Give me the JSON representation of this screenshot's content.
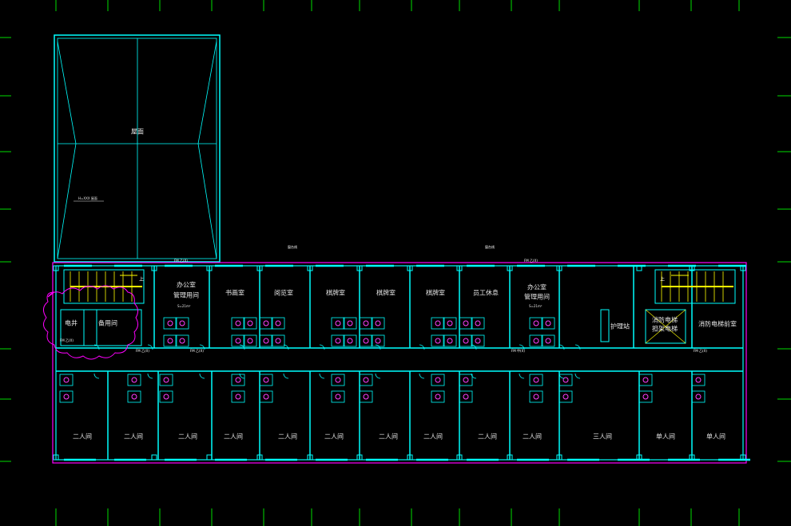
{
  "colors": {
    "background": "#000000",
    "wall": "#00ffff",
    "outline": "#ff00ff",
    "furniture": "#ff40ff",
    "text": "#e6e6e6",
    "axis": "#00dd00",
    "stair": "#ffff00",
    "cloud": "#ff00ff"
  },
  "roof_area": {
    "label": "屋面",
    "note": "H=XXX 屋面"
  },
  "north_rooms": [
    {
      "key": "office1",
      "label": "办公室",
      "sub": "管理用间",
      "note": "S=21m²"
    },
    {
      "key": "library",
      "label": "书画室"
    },
    {
      "key": "reading",
      "label": "阅览室"
    },
    {
      "key": "chess1",
      "label": "棋牌室"
    },
    {
      "key": "chess2",
      "label": "棋牌室"
    },
    {
      "key": "chess3",
      "label": "棋牌室"
    },
    {
      "key": "staff",
      "label": "员工休息"
    },
    {
      "key": "office2",
      "label": "办公室",
      "sub": "管理用间",
      "note": "S=21m²"
    }
  ],
  "west_rooms": {
    "shaft": "电井",
    "storage": "备用间"
  },
  "east_rooms": {
    "nurse": "护理站",
    "elevator_a": "消防电梯",
    "elevator_b": "担架电梯",
    "control": "消防电梯前室"
  },
  "south_rooms": [
    {
      "label": "二人间"
    },
    {
      "label": "二人间"
    },
    {
      "label": "二人间"
    },
    {
      "label": "二人间"
    },
    {
      "label": "二人间"
    },
    {
      "label": "二人间"
    },
    {
      "label": "二人间"
    },
    {
      "label": "二人间"
    },
    {
      "label": "二人间"
    },
    {
      "label": "二人间"
    },
    {
      "label": "三人间"
    },
    {
      "label": "单人间"
    },
    {
      "label": "单人间"
    }
  ],
  "door_tags": [
    "FM 乙(X)",
    "FM 乙(X)",
    "FM 乙(X)",
    "FM 乙(X)",
    "FM 甲(X)",
    "FM 乙(X)",
    "FM 乙(X)"
  ],
  "misc_tags": {
    "stair_up_1": "上",
    "stair_up_2": "上",
    "window_a": "窗台线",
    "window_b": "窗台线"
  }
}
